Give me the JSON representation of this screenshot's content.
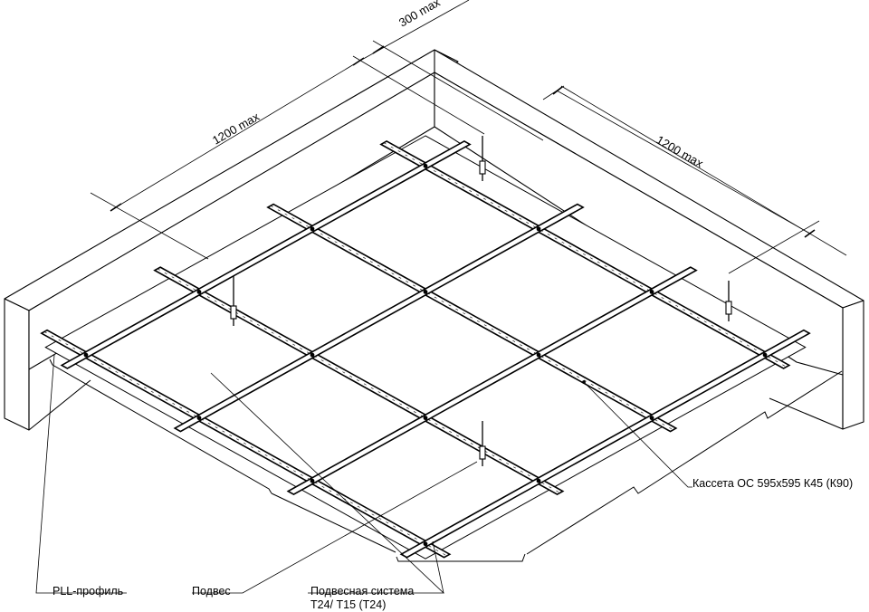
{
  "dimensions": {
    "spacing_300": "300 max",
    "span_left": "1200 max",
    "span_right": "1200 max"
  },
  "callouts": {
    "cassette": "Кассета ОС 595x595 К45 (К90)",
    "pll_profile": "PLL-профиль",
    "hanger": "Подвес",
    "system_line1": "Подвесная система",
    "system_line2": "Т24/ Т15 (Т24)"
  }
}
